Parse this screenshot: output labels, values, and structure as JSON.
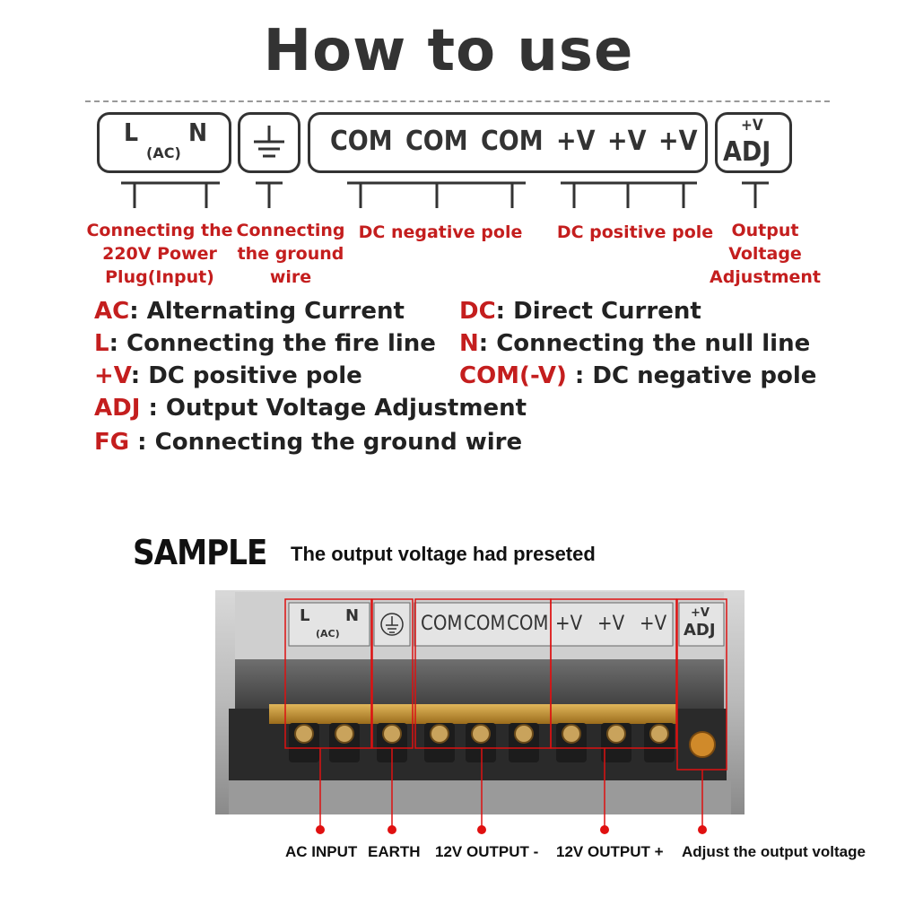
{
  "title": "How to use",
  "terminals": {
    "L": "L",
    "N": "N",
    "AC": "(AC)",
    "com": [
      "COM",
      "COM",
      "COM"
    ],
    "v": [
      "+V",
      "+V",
      "+V"
    ],
    "adj_top": "+V",
    "adj_bottom": "ADJ"
  },
  "labels": {
    "power": "Connecting the 220V Power Plug(Input)",
    "ground": "Connecting the ground wire",
    "dc_neg": "DC negative pole",
    "dc_pos": "DC positive pole",
    "adj": "Output Voltage Adjustment"
  },
  "legend": [
    {
      "key": "AC",
      "sep": ": ",
      "desc": "Alternating Current"
    },
    {
      "key": "L",
      "sep": ": ",
      "desc": "Connecting the fire line"
    },
    {
      "key": "+V",
      "sep": ": ",
      "desc": "DC positive pole"
    },
    {
      "key": "ADJ",
      "sep": " : ",
      "desc": "Output Voltage Adjustment"
    },
    {
      "key": "FG",
      "sep": " : ",
      "desc": "Connecting the ground wire"
    },
    {
      "key": "DC",
      "sep": ": ",
      "desc": "Direct Current"
    },
    {
      "key": "N",
      "sep": ": ",
      "desc": "Connecting the null line"
    },
    {
      "key": "COM(-V)",
      "sep": " : ",
      "desc": "DC negative pole"
    }
  ],
  "sample": {
    "heading": "SAMPLE",
    "note": "The output voltage had preseted",
    "photo_terminals": {
      "L": "L",
      "N": "N",
      "AC": "(AC)",
      "com": [
        "COM",
        "COM",
        "COM"
      ],
      "v": [
        "+V",
        "+V",
        "+V"
      ],
      "adj_top": "+V",
      "adj_bottom": "ADJ"
    },
    "callouts": [
      "AC INPUT",
      "EARTH",
      "12V OUTPUT -",
      "12V OUTPUT +",
      "Adjust the output voltage"
    ]
  },
  "colors": {
    "accent": "#c41e1e",
    "ink": "#333333"
  }
}
